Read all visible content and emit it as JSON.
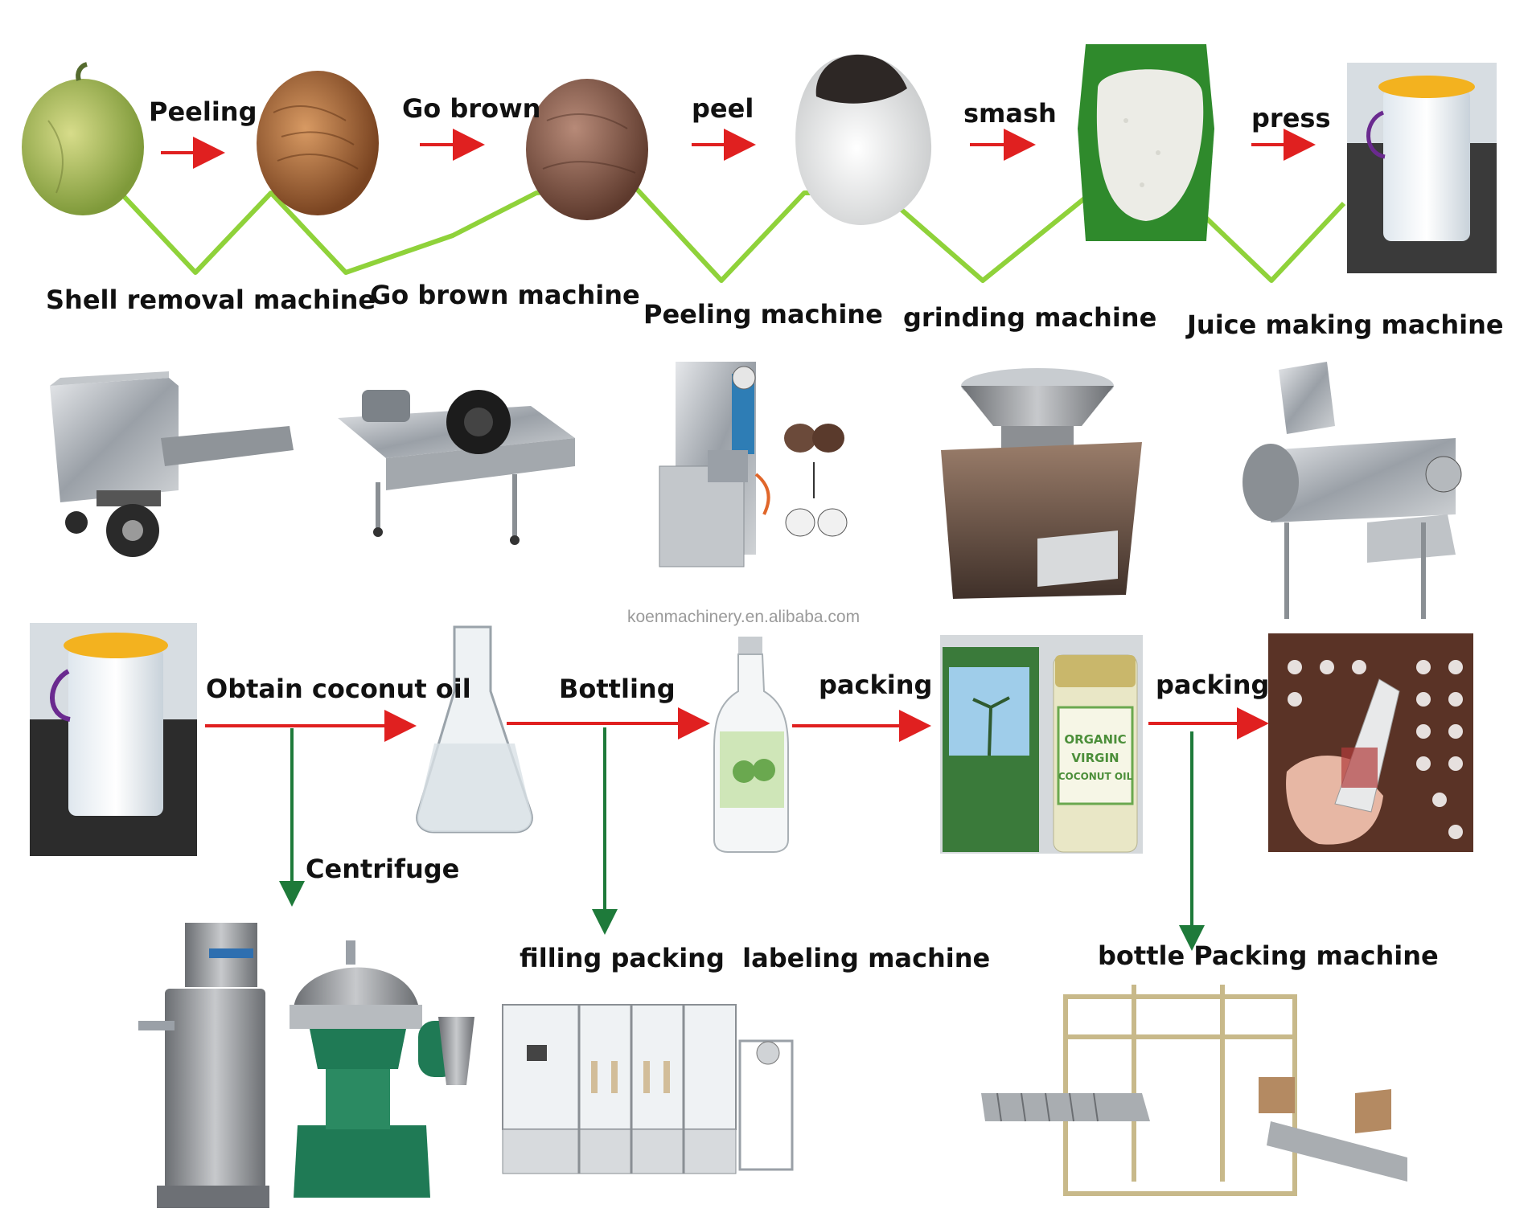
{
  "flow": {
    "steps": [
      {
        "key": "peeling",
        "label": "Peeling"
      },
      {
        "key": "go_brown",
        "label": "Go brown"
      },
      {
        "key": "peel",
        "label": "peel"
      },
      {
        "key": "smash",
        "label": "smash"
      },
      {
        "key": "press",
        "label": "press"
      }
    ],
    "machines": [
      {
        "key": "shell_removal",
        "label": "Shell removal machine"
      },
      {
        "key": "go_brown",
        "label": "Go brown machine"
      },
      {
        "key": "peeling",
        "label": "Peeling machine"
      },
      {
        "key": "grinding",
        "label": "grinding machine"
      },
      {
        "key": "juice_making",
        "label": "Juice making machine"
      }
    ],
    "watermark": "koenmachinery.en.alibaba.com",
    "stage2": {
      "obtain_oil": "Obtain coconut oil",
      "bottling": "Bottling",
      "packing_1": "packing",
      "packing_2": "packing",
      "centrifuge": "Centrifuge",
      "filling": "filling packing  labeling machine",
      "bottle_packing": "bottle Packing machine"
    },
    "bottle_label": {
      "brand": "ORGANIC",
      "line1": "VIRGIN",
      "line2": "COCONUT OIL"
    },
    "colors": {
      "red_arrow": "#e02020",
      "green_arrow": "#1e7a3a",
      "zigzag": "#8fd23a"
    }
  }
}
